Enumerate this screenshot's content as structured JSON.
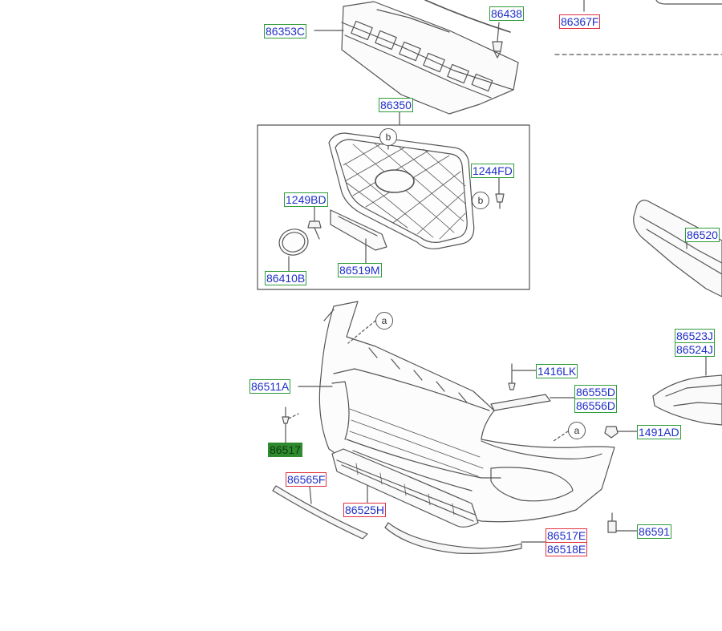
{
  "colors": {
    "label_text": "#1f2fc8",
    "label_border_green": "#2e9b3a",
    "label_border_red": "#e0303e",
    "label_fill_green": "#2f8a2f",
    "line_art": "#555555"
  },
  "labels": {
    "p86353C": "86353C",
    "p86438": "86438",
    "p86367F": "86367F",
    "p86350": "86350",
    "p1244FD": "1244FD",
    "p1249BD": "1249BD",
    "p86410B": "86410B",
    "p86519M": "86519M",
    "p86520": "86520",
    "p86511A": "86511A",
    "p1416LK": "1416LK",
    "p86555D": "86555D",
    "p86556D": "86556D",
    "p86523J": "86523J",
    "p86524J": "86524J",
    "p1491AD": "1491AD",
    "p86517": "86517",
    "p86565F": "86565F",
    "p86525H": "86525H",
    "p86517E": "86517E",
    "p86518E": "86518E",
    "p86591": "86591"
  },
  "refs": {
    "b_grille": "b",
    "b_clip": "b",
    "a_top": "a",
    "a_right": "a"
  }
}
